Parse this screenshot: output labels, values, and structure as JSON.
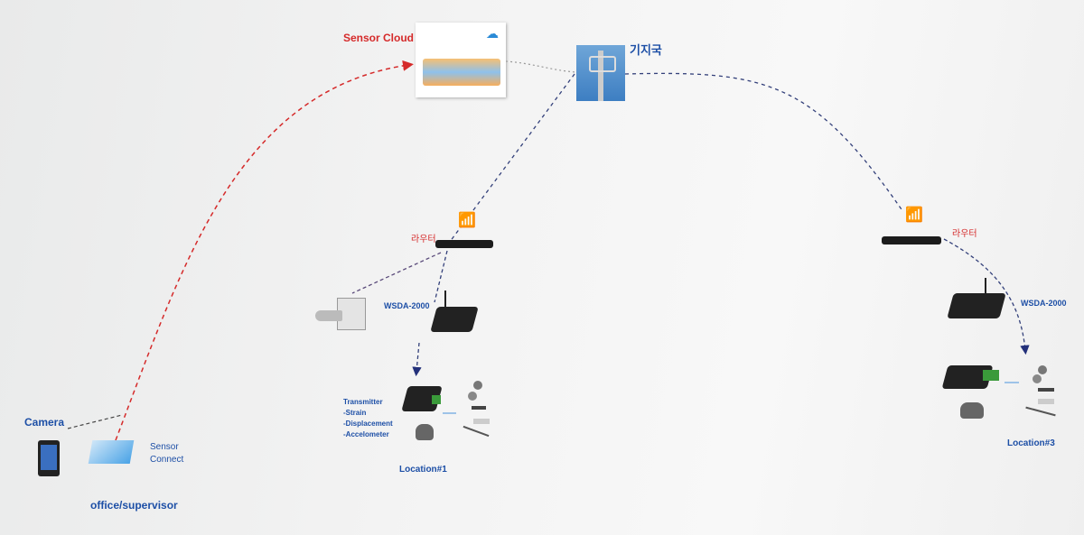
{
  "cloud": {
    "label": "Sensor Cloud"
  },
  "base_station": {
    "label": "기지국"
  },
  "router1": {
    "label": "라우터"
  },
  "router2": {
    "label": "라우터"
  },
  "location1": {
    "gateway": "WSDA-2000",
    "transmitter_lines": [
      "Transmitter",
      "-Strain",
      "-Displacement",
      "-Accelometer"
    ],
    "label": "Location#1"
  },
  "location3": {
    "gateway": "WSDA-2000",
    "label": "Location#3"
  },
  "office": {
    "camera_label": "Camera",
    "software_label_1": "Sensor",
    "software_label_2": "Connect",
    "label": "office/supervisor"
  },
  "colors": {
    "blue": "#1d4fa6",
    "red": "#d52a2a"
  }
}
